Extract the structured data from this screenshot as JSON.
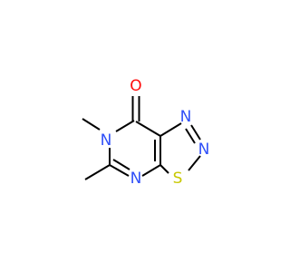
{
  "molecule": {
    "atoms": [
      {
        "id": "O",
        "label": "O",
        "color": "#FF0D0D"
      },
      {
        "id": "N5",
        "label": "N",
        "color": "#3050F8"
      },
      {
        "id": "N1",
        "label": "N",
        "color": "#3050F8"
      },
      {
        "id": "N2",
        "label": "N",
        "color": "#3050F8"
      },
      {
        "id": "N4",
        "label": "N",
        "color": "#3050F8"
      },
      {
        "id": "S",
        "label": "S",
        "color": "#C8C800"
      }
    ],
    "bond_color": "#000000",
    "background": "#FFFFFF"
  }
}
